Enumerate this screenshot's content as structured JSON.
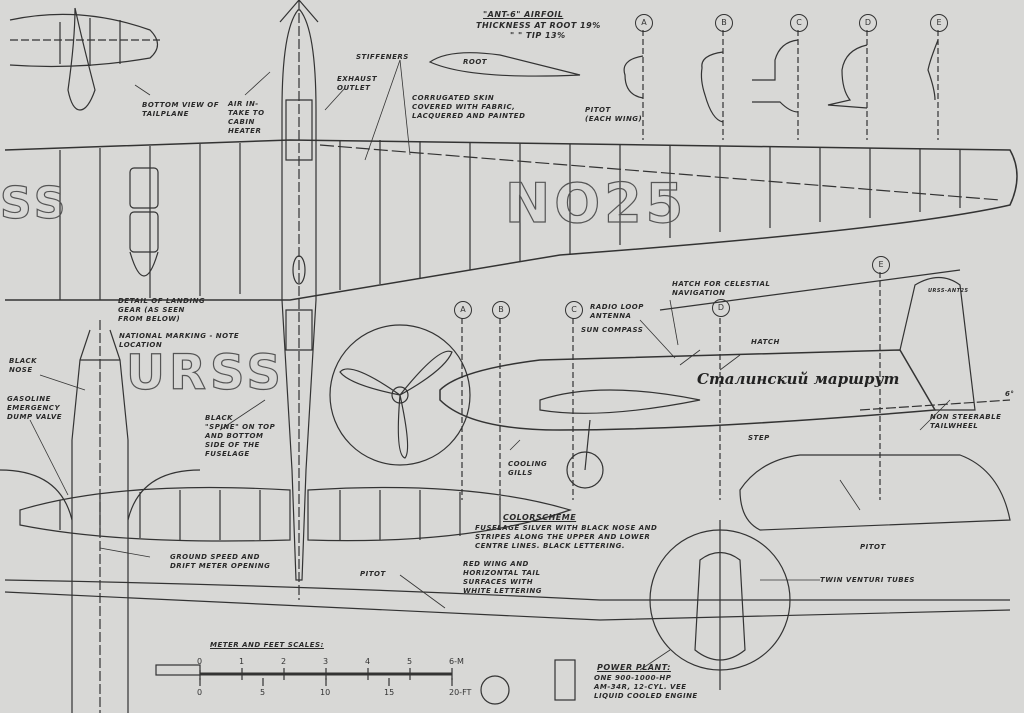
{
  "airfoil": {
    "title": "\"ANT-6\" AIRFOIL",
    "thickness_root": "THICKNESS AT ROOT 19%",
    "thickness_tip": "\"  \"  TIP 13%",
    "root_label": "ROOT"
  },
  "sections": [
    "A",
    "B",
    "C",
    "D",
    "E"
  ],
  "side_section_markers": [
    "A",
    "B",
    "C",
    "D",
    "E"
  ],
  "markings": {
    "wing_number": "NO25",
    "wing_left": "SS",
    "tailplane": "URSS",
    "fuselage_script": "Сталинский маршрут",
    "tail_small_text": "URSS-ANT25"
  },
  "labels": {
    "bottom_view_tailplane": "BOTTOM VIEW OF\nTAILPLANE",
    "air_intake": "AIR IN-\nTAKE TO\nCABIN\nHEATER",
    "exhaust_outlet": "EXHAUST\nOUTLET",
    "stiffeners": "STIFFENERS",
    "corrugated_skin": "CORRUGATED SKIN\nCOVERED WITH FABRIC,\nLACQUERED AND PAINTED",
    "pitot_each_wing": "PITOT\n(EACH WING)",
    "landing_gear_detail": "DETAIL OF LANDING\nGEAR (AS SEEN\nFROM BELOW)",
    "national_marking": "NATIONAL MARKING  - NOTE\nLOCATION",
    "black_nose": "BLACK\nNOSE",
    "gasoline_dump": "GASOLINE\nEMERGENCY\nDUMP VALVE",
    "black_spine": "BLACK\n\"SPINE\" ON TOP\nAND BOTTOM\nSIDE OF THE\nFUSELAGE",
    "hatch_celestial": "HATCH FOR CELESTIAL\nNAVIGATION",
    "radio_loop": "RADIO LOOP\nANTENNA",
    "sun_compass": "SUN COMPASS",
    "hatch": "HATCH",
    "non_steerable": "NON STEERABLE\nTAILWHEEL",
    "step": "STEP",
    "cooling_gills": "COOLING\nGILLS",
    "pitot_side": "PITOT",
    "twin_venturi": "TWIN VENTURI TUBES",
    "ground_speed": "GROUND SPEED AND\nDRIFT METER OPENING",
    "pitot_front": "PITOT",
    "red_wing": "RED WING AND\nHORIZONTAL TAIL\nSURFACES WITH\nWHITE LETTERING",
    "six_deg": "6°"
  },
  "colorscheme": {
    "title": "COLORSCHEME",
    "text": "FUSELAGE SILVER WITH BLACK NOSE AND\nSTRIPES ALONG THE UPPER AND LOWER\nCENTRE LINES.  BLACK LETTERING."
  },
  "power_plant": {
    "title": "POWER PLANT:",
    "text": "ONE 900-1000-HP\nAM-34R, 12-CYL. VEE\nLIQUID COOLED ENGINE"
  },
  "scale": {
    "title": "METER AND FEET SCALES:",
    "meters": [
      "0",
      "1",
      "2",
      "3",
      "4",
      "5",
      "6-M"
    ],
    "feet": [
      "0",
      "5",
      "10",
      "15",
      "20-FT"
    ]
  }
}
